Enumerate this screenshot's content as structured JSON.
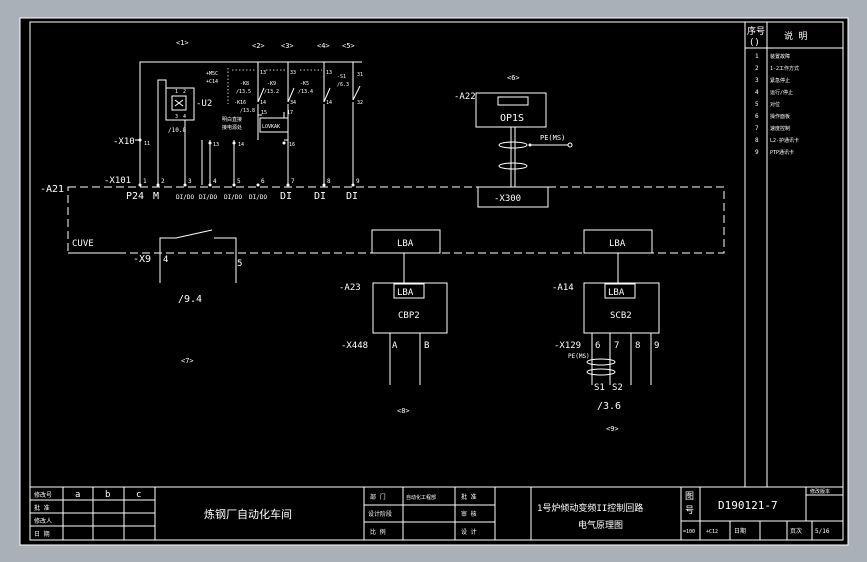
{
  "section_markers": [
    "<1>",
    "<2>",
    "<3>",
    "<4>",
    "<5>",
    "<6>",
    "<7>",
    "<8>",
    "<9>"
  ],
  "devices": {
    "a21": "-A21",
    "a22": "-A22",
    "op1s": "OP1S",
    "pe_ms": "PE(MS)",
    "x300": "-X300",
    "x10": "-X10",
    "x10_pin": "11",
    "x101": "-X101",
    "u2": "-U2",
    "u2_ref": "/10.8",
    "cuve": "CUVE",
    "x9": "-X9",
    "x9_pin_a": "4",
    "x9_pin_b": "5",
    "x9_ref": "/9.4",
    "lba": "LBA",
    "a23": "-A23",
    "cbp2": "CBP2",
    "x448": "-X448",
    "x448_a": "A",
    "x448_b": "B",
    "a14": "-A14",
    "scb2": "SCB2",
    "x129": "-X129",
    "x129_ms": "PE(MS)",
    "x129_pins": [
      "6",
      "7",
      "8",
      "9"
    ],
    "s1": "S1",
    "s2": "S2",
    "x129_ref": "/3.6"
  },
  "relays": {
    "vs_top": "+M5C",
    "vs_bot": "+C14",
    "k8": "-K8",
    "k8_ref": "/13.5",
    "k9": "-K9",
    "k9_ref": "/13.2",
    "k5": "-K5",
    "k5_ref": "/13.4",
    "s1": "-S1",
    "s1_ref": "/6.3",
    "k16": "-K16",
    "k16_ref": "/13.8",
    "c_13a": "13",
    "c_14a": "14",
    "c_33": "33",
    "c_34": "34",
    "c_13b": "13",
    "c_14b": "14",
    "c_31": "31",
    "c_32": "32",
    "c_15": "15",
    "c_17": "17",
    "c_16": "16",
    "note_line1": "明白直接",
    "note_line2": "接电源处",
    "box_label": "LOVKAK",
    "u2_pins": [
      "1",
      "2",
      "3",
      "4"
    ]
  },
  "terminals": {
    "numbers": [
      "1",
      "2",
      "3",
      "4",
      "5",
      "6",
      "7",
      "8",
      "9"
    ],
    "mid_pins": [
      "13",
      "14",
      "16"
    ],
    "labels": [
      "P24",
      "M",
      "DI/DO",
      "DI/DO",
      "DI/DO",
      "DI/DO",
      "DI",
      "DI",
      "DI"
    ]
  },
  "legend": {
    "header_no": "序号",
    "header_no_sub": "()",
    "header_desc": "说  明",
    "items": [
      {
        "no": "1",
        "desc": "装置故障"
      },
      {
        "no": "2",
        "desc": "1-2工作方式"
      },
      {
        "no": "3",
        "desc": "紧急停止"
      },
      {
        "no": "4",
        "desc": "运行/停止"
      },
      {
        "no": "5",
        "desc": "对位"
      },
      {
        "no": "6",
        "desc": "操作面板"
      },
      {
        "no": "7",
        "desc": "速度控制"
      },
      {
        "no": "8",
        "desc": "L2-护通讯卡"
      },
      {
        "no": "9",
        "desc": "PTP通讯卡"
      }
    ]
  },
  "title_block": {
    "rev_label": "修改号",
    "rev_cols": [
      "a",
      "b",
      "c"
    ],
    "row_labels": [
      "批 准",
      "修改人",
      "日 期"
    ],
    "company": "炼钢厂自动化车间",
    "dept_label": "部  门",
    "dept_value": "自动化工程部",
    "designer_label": "设计阶段",
    "ratio_label": "比  例",
    "approve": "批  准",
    "review": "审  核",
    "design": "设  计",
    "drawing_title_1": "1号炉倾动变频II控制回路",
    "drawing_title_2": "电气原理图",
    "figure_label_1": "图",
    "figure_label_2": "号",
    "drawing_no": "D190121-7",
    "code_a": "=100",
    "code_b": "+C12",
    "date_label": "日期",
    "page_label": "页次",
    "page_value": "5/16",
    "version_label": "修改版本"
  }
}
